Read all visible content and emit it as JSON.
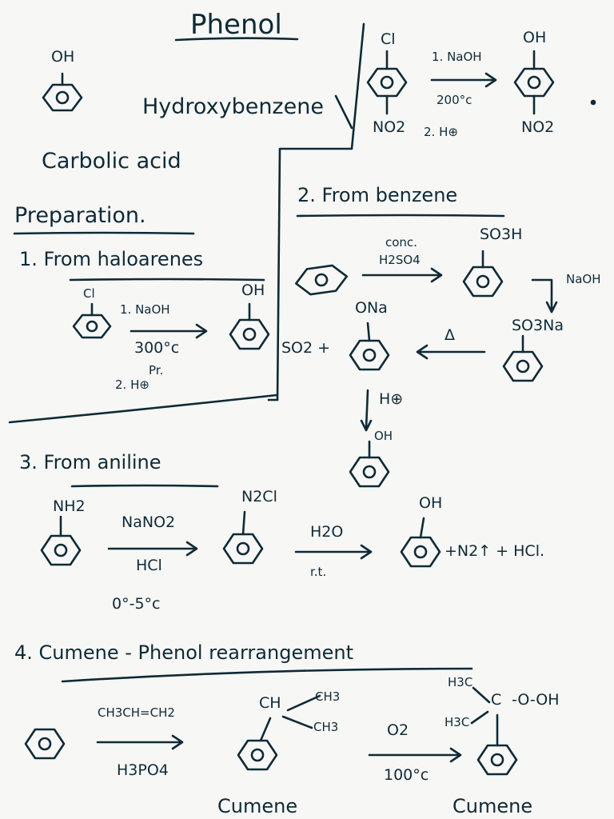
{
  "title": "Phenol",
  "intro": {
    "oh": "OH",
    "name1": "Hydroxybenzene",
    "name2": "Carbolic acid"
  },
  "top_reaction": {
    "cl": "Cl",
    "no2_left": "NO2",
    "step1": "1. NaOH",
    "temp": "200°c",
    "step2": "2. H⊕",
    "oh": "OH",
    "no2_right": "NO2"
  },
  "preparation": {
    "heading": "Preparation.",
    "m1": {
      "heading": "1. From haloarenes",
      "cl": "Cl",
      "step1": "1. NaOH",
      "temp": "300°c",
      "pressure": "Pr.",
      "step2": "2. H⊕",
      "oh": "OH"
    },
    "m2": {
      "heading": "2. From benzene",
      "conc": "conc.",
      "h2so4": "H2SO4",
      "so3h": "SO3H",
      "naoh": "NaOH",
      "so3na": "SO3Na",
      "delta": "Δ",
      "ona": "ONa",
      "so2": "SO2 +",
      "hplus": "H⊕",
      "oh": "OH"
    },
    "m3": {
      "heading": "3. From aniline",
      "nh2": "NH2",
      "nano2": "NaNO2",
      "hcl": "HCl",
      "temp": "0°-5°c",
      "n2cl": "N2Cl",
      "h2o": "H2O",
      "rt": "r.t.",
      "oh": "OH",
      "products": "+N2↑ + HCl."
    },
    "m4": {
      "heading": "4. Cumene - Phenol rearrangement",
      "propene": "CH3CH=CH2",
      "h3po4": "H3PO4",
      "ch": "CH",
      "ch3a": "CH3",
      "ch3b": "CH3",
      "o2": "O2",
      "temp": "100°c",
      "h3c1": "H3C",
      "h3c2": "H3C",
      "c": "C",
      "ooh": "-O-OH",
      "cumene1": "Cumene",
      "cumene2": "Cumene"
    }
  }
}
